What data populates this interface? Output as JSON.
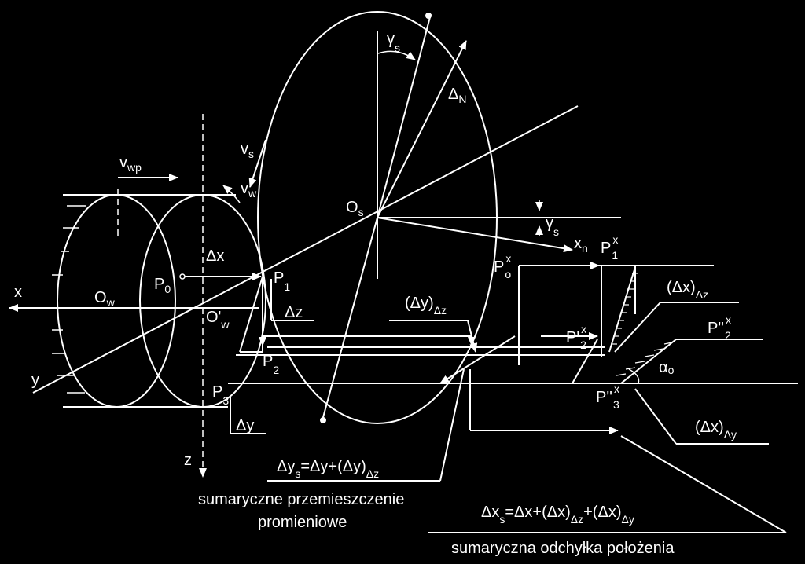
{
  "labels": {
    "vwp": "v",
    "vwp_sub": "wp",
    "vs": "v",
    "vs_sub": "s",
    "vw": "v",
    "vw_sub": "w",
    "x_axis": "x",
    "y_axis": "y",
    "z_axis": "z",
    "Ow": "O",
    "Ow_sub": "w",
    "Owp": "O'",
    "Owp_sub": "w",
    "P0": "P",
    "P0_sub": "0",
    "P1": "P",
    "P1_sub": "1",
    "P2": "P",
    "P2_sub": "2",
    "P3": "P",
    "P3_sub": "3",
    "dx": "Δx",
    "dz": "Δz",
    "dy": "Δy",
    "Os": "O",
    "Os_sub": "s",
    "gamma_top": "γ",
    "gamma_top_sub": "s",
    "gamma_right": "γ",
    "gamma_right_sub": "s",
    "dN": "Δ",
    "dN_sub": "N",
    "xn": "x",
    "xn_sub": "n",
    "P1x": "P",
    "P1x_sup": "x",
    "P1x_sub": "1",
    "Pox": "P",
    "Pox_sup": "x",
    "Pox_sub": "o",
    "P2x": "P'",
    "P2x_sup": "x",
    "P2x_sub": "2",
    "P2xx": "P''",
    "P2xx_sup": "x",
    "P2xx_sub": "2",
    "P3x": "P''",
    "P3x_sup": "x",
    "P3x_sub": "3",
    "dy_dz": "(Δy)",
    "dy_dz_sub": "Δz",
    "dx_dz": "(Δx)",
    "dx_dz_sub": "Δz",
    "dx_dy": "(Δx)",
    "dx_dy_sub": "Δy",
    "alpha": "α",
    "alpha_sub": "o",
    "eq_ys_lhs": "Δy",
    "eq_ys_lhs_sub": "s",
    "eq_ys_rhs": "=Δy+(Δy)",
    "eq_ys_rhs_sub": "Δz",
    "eq_xs_lhs": "Δx",
    "eq_xs_lhs_sub": "s",
    "eq_xs_mid": "=Δx+(Δx)",
    "eq_xs_mid_sub": "Δz",
    "eq_xs_plus": "+(Δx)",
    "eq_xs_plus_sub": "Δy"
  },
  "captions": {
    "radial_line1": "sumaryczne przemieszczenie",
    "radial_line2": "promieniowe",
    "position_dev": "sumaryczna odchyłka położenia"
  },
  "colors": {
    "background": "#000000",
    "ink": "#ffffff"
  }
}
